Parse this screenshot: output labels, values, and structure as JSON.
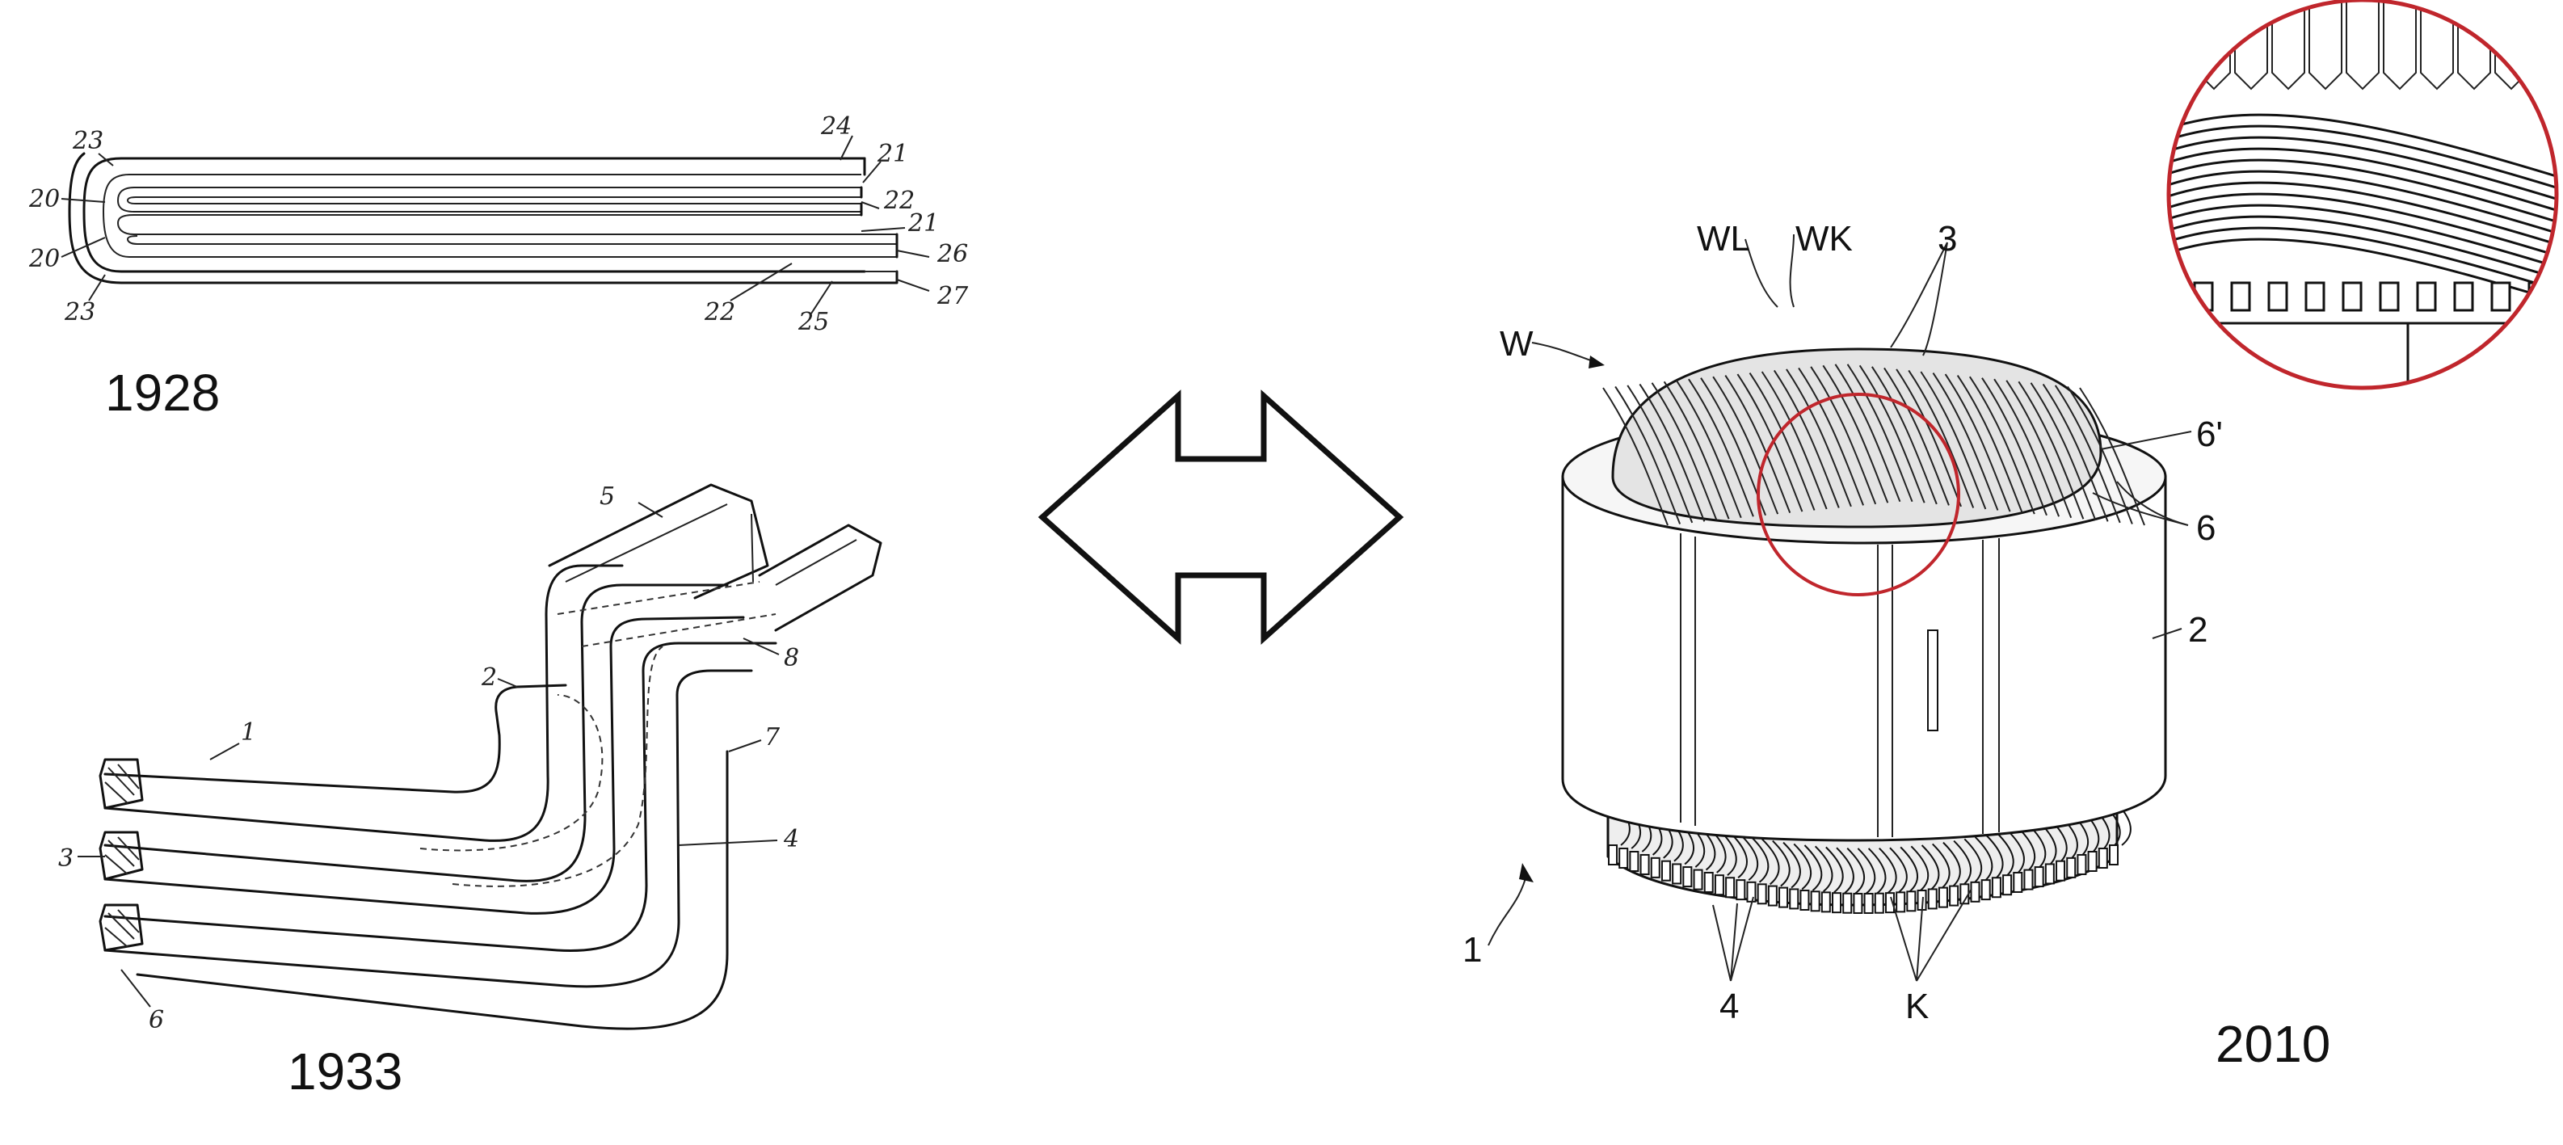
{
  "years": {
    "left_top": "1928",
    "left_bottom": "1933",
    "right": "2010"
  },
  "fig1928_labels": [
    "23",
    "20",
    "20",
    "23",
    "24",
    "21",
    "22",
    "21",
    "26",
    "27",
    "22",
    "25"
  ],
  "fig1933_labels": [
    "5",
    "2",
    "1",
    "3",
    "6",
    "8",
    "7",
    "4"
  ],
  "fig2010_labels": [
    "WL",
    "WK",
    "3",
    "W",
    "6'",
    "6",
    "2",
    "1",
    "4",
    "K"
  ],
  "colors": {
    "ink": "#111111",
    "highlight_circle": "#c0262c",
    "background": "#ffffff"
  },
  "icons": {
    "center": "double-headed-arrow-icon"
  }
}
